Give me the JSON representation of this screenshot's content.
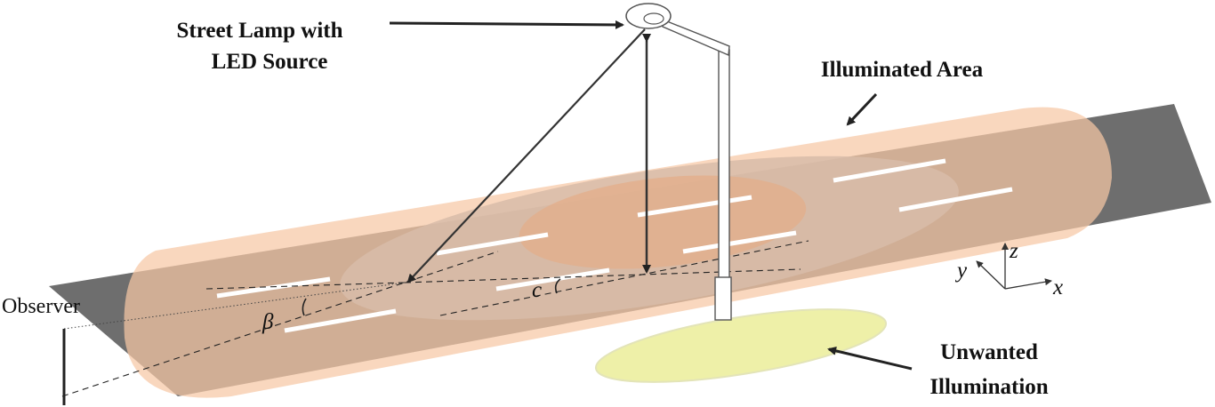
{
  "labels": {
    "street_lamp_line1": "Street Lamp with",
    "street_lamp_line2": "LED Source",
    "illuminated_area": "Illuminated Area",
    "observer": "Observer",
    "unwanted_line1": "Unwanted",
    "unwanted_line2": "Illumination",
    "beta": "β",
    "c": "c",
    "axis_x": "x",
    "axis_y": "y",
    "axis_z": "z"
  },
  "colors": {
    "road": "#6e6e6e",
    "illuminated_glow": "#f5c7a4",
    "inner_ellipse": "#d9b9a4",
    "hot_spot": "#e6b08e",
    "unwanted_glow": "#eef0a6",
    "lane_markings": "#ffffff",
    "lines": "#333333"
  }
}
